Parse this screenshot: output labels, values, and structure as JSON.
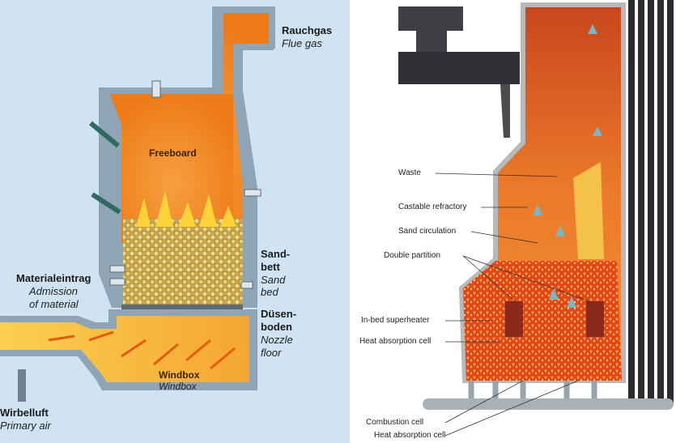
{
  "left_diagram": {
    "flue_gas": {
      "de": "Rauchgas",
      "en": "Flue gas"
    },
    "freeboard": "Freeboard",
    "sand_bed": {
      "de_line1": "Sand-",
      "de_line2": "bett",
      "en_line1": "Sand",
      "en_line2": "bed"
    },
    "admission": {
      "de": "Materialeintrag",
      "en_line1": "Admission",
      "en_line2": "of material"
    },
    "nozzle_floor": {
      "de_line1": "Düsen-",
      "de_line2": "boden",
      "en_line1": "Nozzle",
      "en_line2": "floor"
    },
    "windbox": {
      "de": "Windbox",
      "en": "Windbox"
    },
    "primary_air": {
      "de": "Wirbelluft",
      "en": "Primary air"
    }
  },
  "right_diagram": {
    "labels": {
      "waste": "Waste",
      "castable_refractory": "Castable refractory",
      "sand_circulation": "Sand circulation",
      "double_partition": "Double partition",
      "inbed_superheater": "In-bed superheater",
      "heat_absorption_cell_1": "Heat absorption cell",
      "combustion_cell": "Combustion cell",
      "heat_absorption_cell_2": "Heat absorption cell"
    }
  },
  "colors": {
    "panel_bg": "#cfe3f3",
    "wall": "#8fa4b4",
    "furnace_orange": "#f0821e",
    "windbox_orange": "#f7b23a",
    "flame_yellow": "#ffd23a",
    "refractory_dark": "#3a3a3a"
  }
}
